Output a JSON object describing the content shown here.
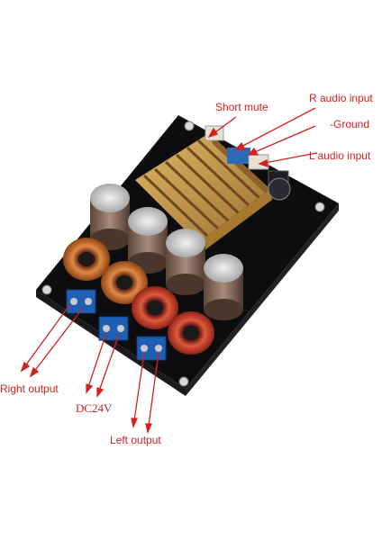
{
  "labels": {
    "short_mute": "Short mute",
    "r_audio_input": "R audio input",
    "ground": "-Ground",
    "l_audio_input": "L audio input",
    "right_output": "Right output",
    "dc24v": "DC24V",
    "left_output": "Left output"
  },
  "colors": {
    "annotation": "#d42020",
    "pcb": "#0d0d0f",
    "heatsink": "#c89a4a",
    "terminal": "#1f5fb3",
    "copper": "#c56a2e",
    "inductor_red": "#c7352c",
    "capacitor": "#8a6e62"
  }
}
